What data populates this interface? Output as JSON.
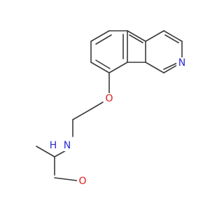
{
  "molecule": {
    "atom_labels": {
      "N_ring": "N",
      "O_ether": "O",
      "N_amide": "N",
      "H_amide": "H",
      "O_carbonyl": "O"
    },
    "colors": {
      "bond": "#3a3a3a",
      "nitrogen": "#2c2cd6",
      "oxygen": "#e01b1b",
      "background": "#ffffff"
    }
  }
}
